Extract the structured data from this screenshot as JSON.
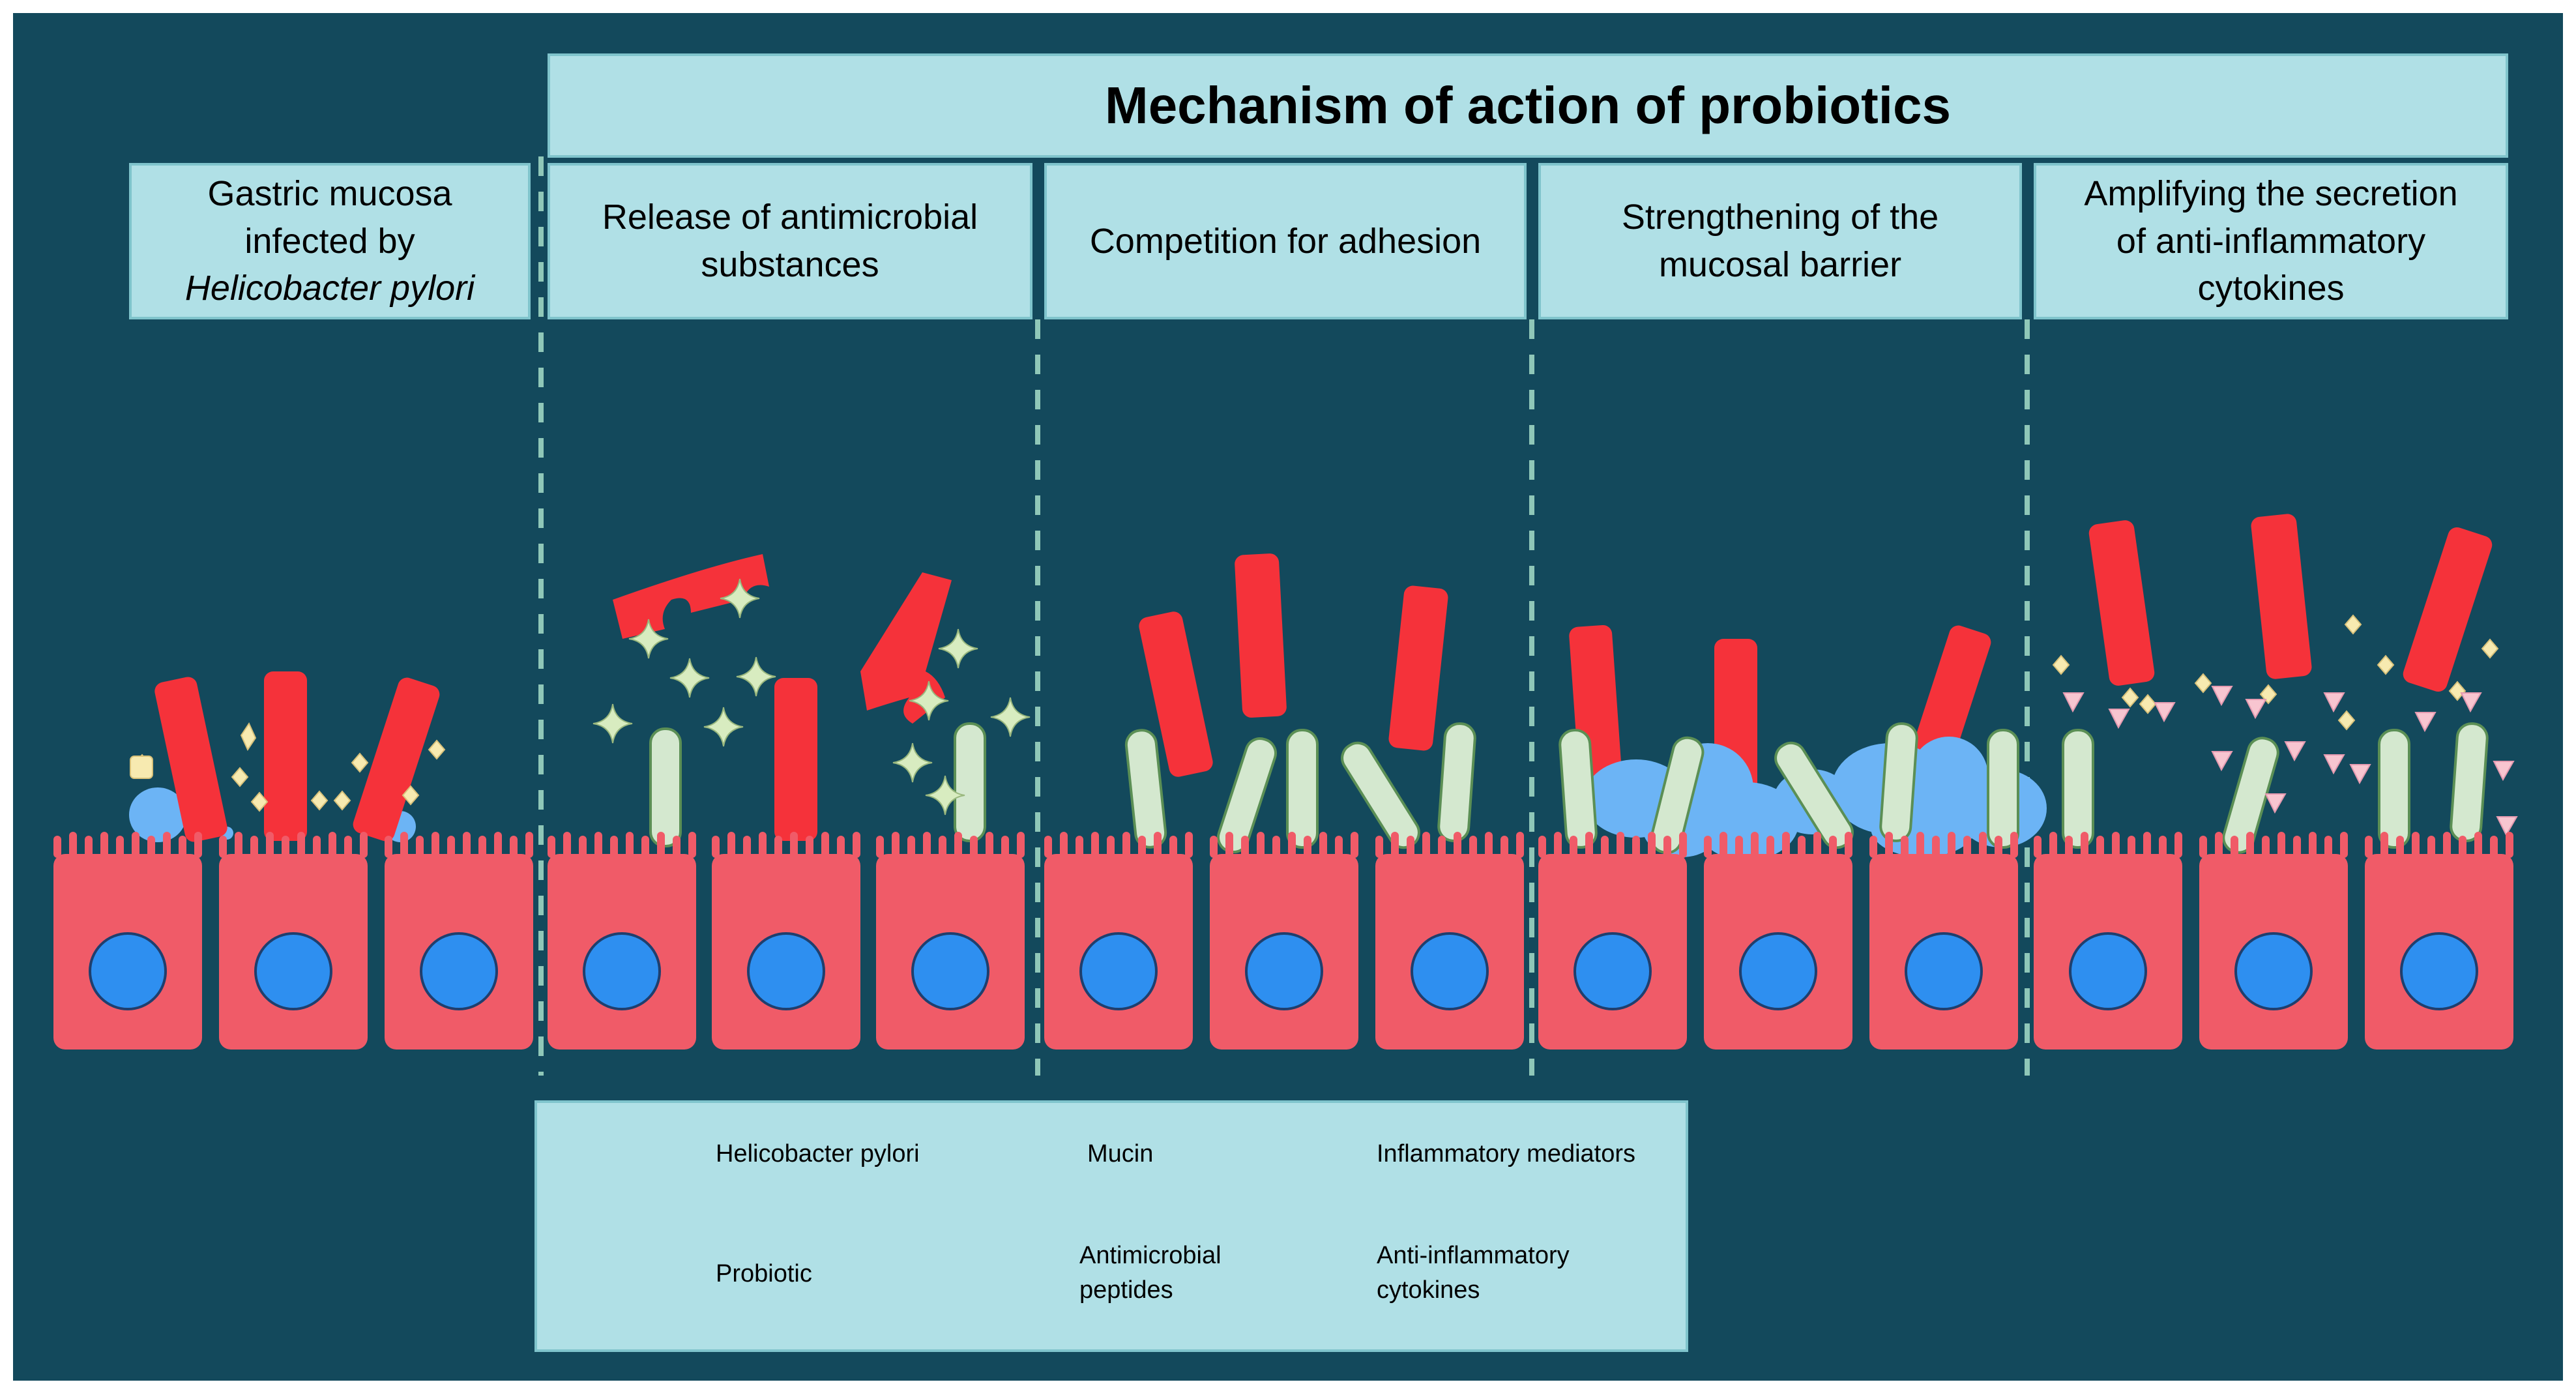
{
  "title": "Mechanism of action of probiotics",
  "panels": {
    "infected": {
      "line1": "Gastric mucosa",
      "line2": "infected by",
      "line3": "Helicobacter pylori"
    },
    "antimicrobial": {
      "line1": "Release of antimicrobial",
      "line2": "substances"
    },
    "adhesion": {
      "line1": "Competition for adhesion"
    },
    "barrier": {
      "line1": "Strengthening of the",
      "line2": "mucosal barrier"
    },
    "cytokines": {
      "line1": "Amplifying the secretion",
      "line2": "of anti-inflammatory",
      "line3": "cytokines"
    }
  },
  "legend": {
    "h_pylori": "Helicobacter pylori",
    "mucin": "Mucin",
    "inflammatory": "Inflammatory mediators",
    "probiotic": "Probiotic",
    "antimicrobial_line1": "Antimicrobial",
    "antimicrobial_line2": "peptides",
    "anti_inflammatory_line1": "Anti-inflammatory",
    "anti_inflammatory_line2": "cytokines"
  },
  "colors": {
    "background": "#13495c",
    "header_fill": "#b0e0e6",
    "epithelial_cell": "#f05b68",
    "nucleus": "#2e8ff0",
    "h_pylori": "#f5323a",
    "mucin": "#6cb4f5",
    "probiotic": "#d4e8cf",
    "antimicrobial_peptide": "#d8ecc0",
    "inflammatory_mediator": "#f7eab0",
    "anti_inflammatory_cytokine": "#f8c5d0"
  }
}
